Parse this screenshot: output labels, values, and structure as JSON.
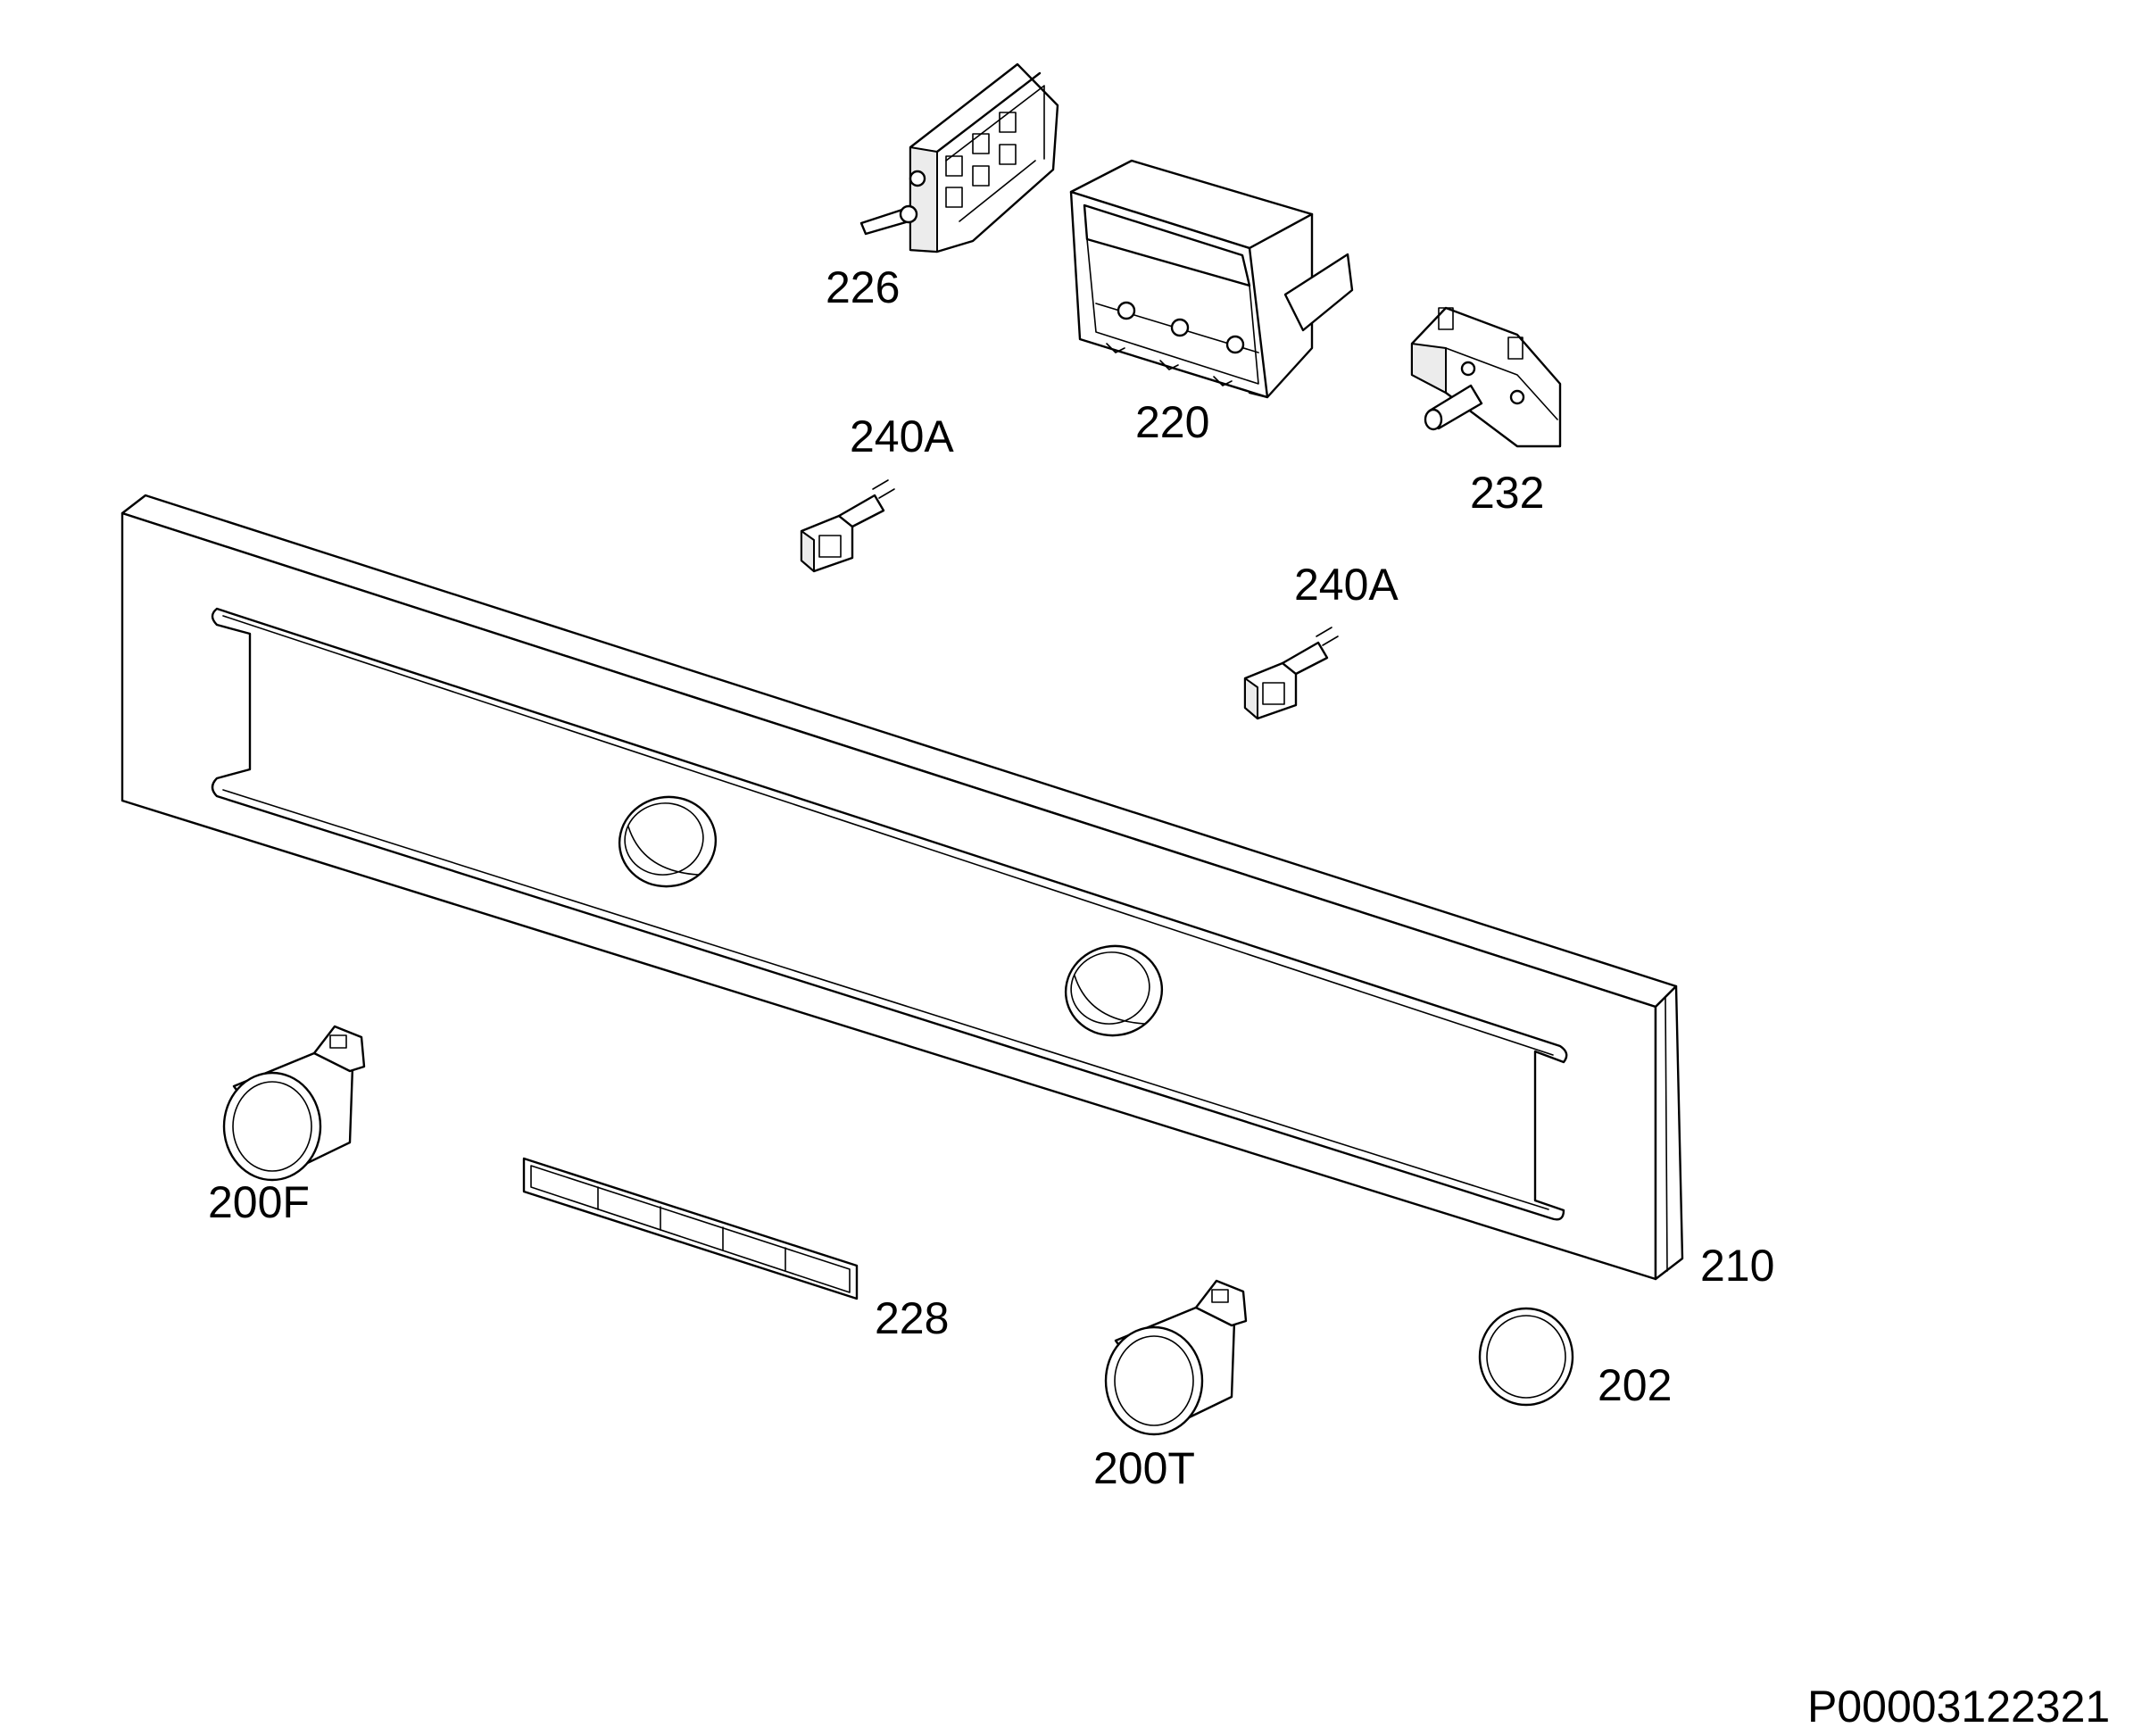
{
  "colors": {
    "line": "#000000",
    "background": "#ffffff",
    "shade": "#d8d8d8"
  },
  "labels": {
    "p226": "226",
    "p220": "220",
    "p232": "232",
    "p240a_top": "240A",
    "p240a_mid": "240A",
    "p200f": "200F",
    "p228": "228",
    "p210": "210",
    "p200t": "200T",
    "p202": "202"
  },
  "drawing_id": "P00003122321"
}
